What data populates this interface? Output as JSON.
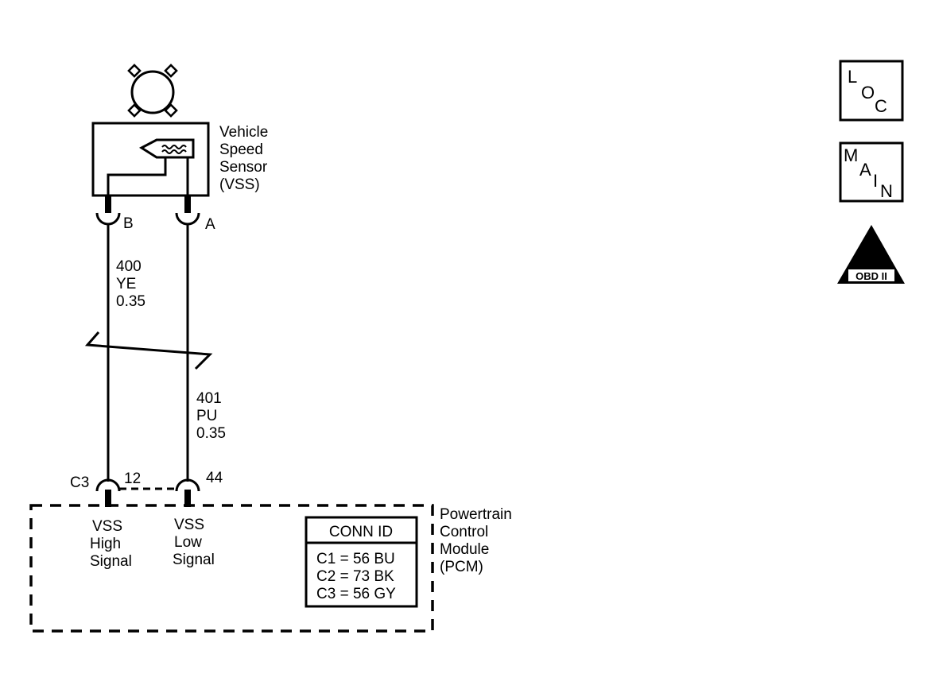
{
  "vss": {
    "label_lines": [
      "Vehicle",
      "Speed",
      "Sensor",
      "(VSS)"
    ]
  },
  "pins_top": {
    "b": "B",
    "a": "A"
  },
  "wire_400": {
    "circuit": "400",
    "color": "YE",
    "size": "0.35"
  },
  "wire_401": {
    "circuit": "401",
    "color": "PU",
    "size": "0.35"
  },
  "pcm_pins": {
    "connector": "C3",
    "pin_high": "12",
    "pin_low": "44"
  },
  "pcm": {
    "label_lines": [
      "Powertrain",
      "Control",
      "Module",
      "(PCM)"
    ],
    "vss_high_lines": [
      "VSS",
      "High",
      "Signal"
    ],
    "vss_low_lines": [
      "VSS",
      "Low",
      "Signal"
    ]
  },
  "conn_id": {
    "title": "CONN ID",
    "rows": [
      "C1 = 56 BU",
      "C2 = 73 BK",
      "C3 = 56 GY"
    ]
  },
  "icons": {
    "loc": [
      "L",
      "O",
      "C"
    ],
    "main": [
      "M",
      "A",
      "I",
      "N"
    ],
    "obd": {
      "numeral": "II",
      "caption": "OBD II"
    }
  }
}
